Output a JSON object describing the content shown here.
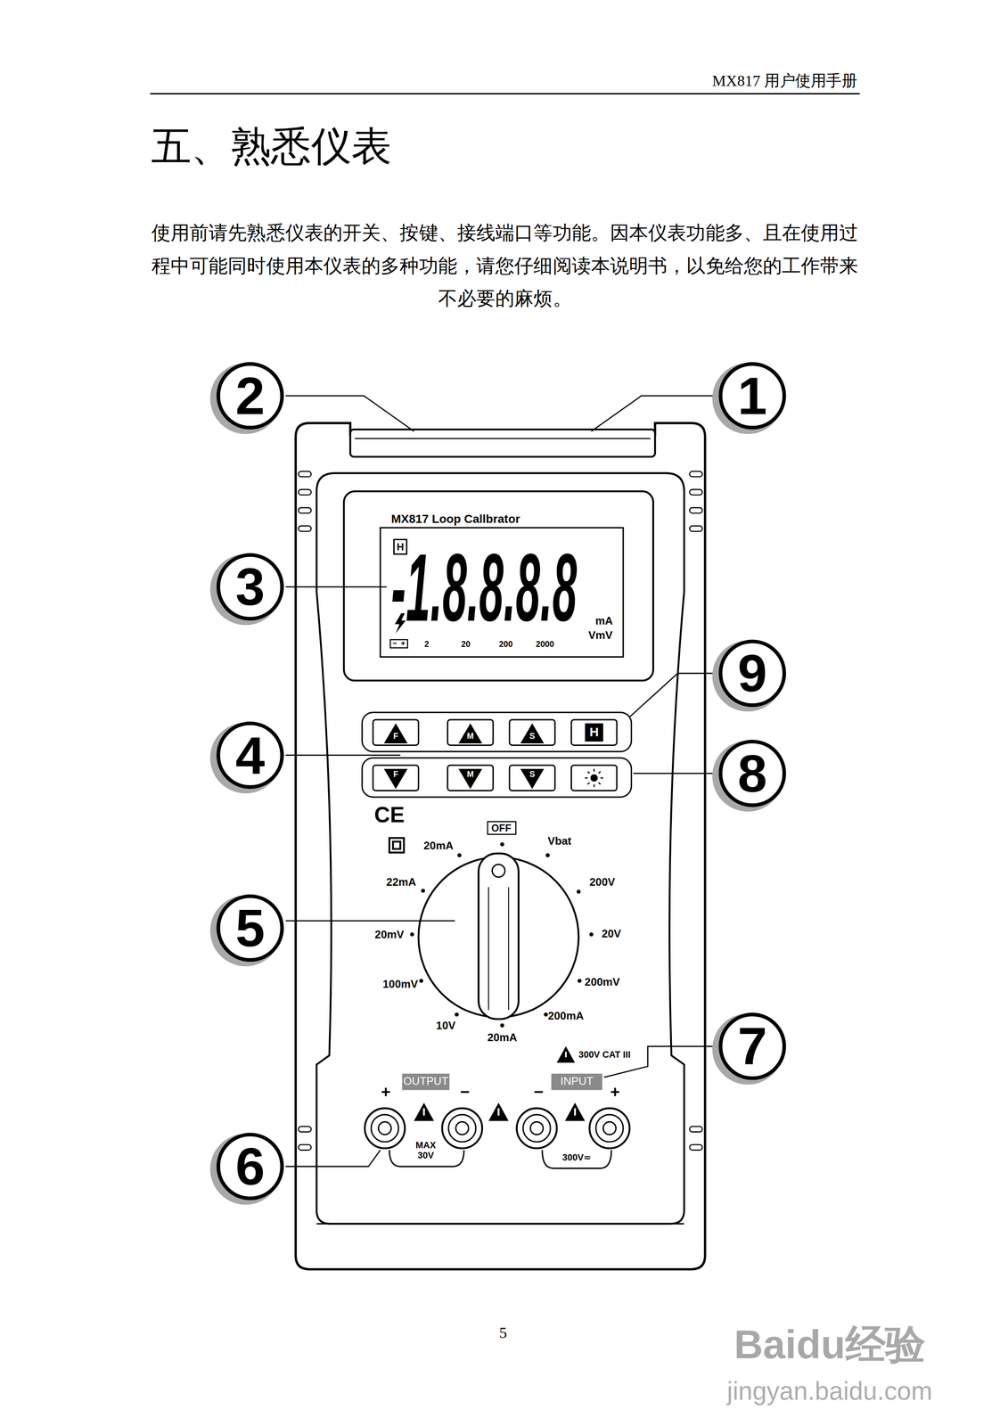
{
  "diagram": {
    "title": "五、熟悉仪表",
    "nodes": [
      {
        "text": [
          "2"
        ]
      },
      {
        "text": [
          "1"
        ]
      },
      {
        "text": [
          "3"
        ]
      },
      {
        "text": [
          "9"
        ]
      },
      {
        "text": [
          "4"
        ]
      },
      {
        "text": [
          "8"
        ]
      },
      {
        "text": [
          "5"
        ]
      },
      {
        "text": [
          "7"
        ]
      },
      {
        "text": [
          "6"
        ]
      }
    ],
    "labels": [
      "MX817 用户使用手册",
      "使用前请先熟悉仪表的开关、按键、接线端口等功能。因本仪表功能多、且在使用过程中可能同时使用本仪表的多种功能，请您仔细阅读本说明书，以免给您的工作带来不必要的麻烦。",
      "MX817 Loop Callbrator",
      "H",
      "-1.8.8.8.8",
      "mA",
      "VmV",
      "2",
      "20",
      "200",
      "2000",
      "F",
      "M",
      "S",
      "H",
      "F",
      "M",
      "S",
      "CE",
      "OFF",
      "Vbat",
      "200V",
      "20V",
      "200mV",
      "200mA",
      "20mA",
      "10V",
      "100mV",
      "20mV",
      "22mA",
      "20mA",
      "300V CAT III",
      "OUTPUT",
      "INPUT",
      "+",
      "−",
      "−",
      "+",
      "MAX 30V",
      "300V≂",
      "5",
      "Baidu经验",
      "jingyan.baidu.com"
    ]
  }
}
